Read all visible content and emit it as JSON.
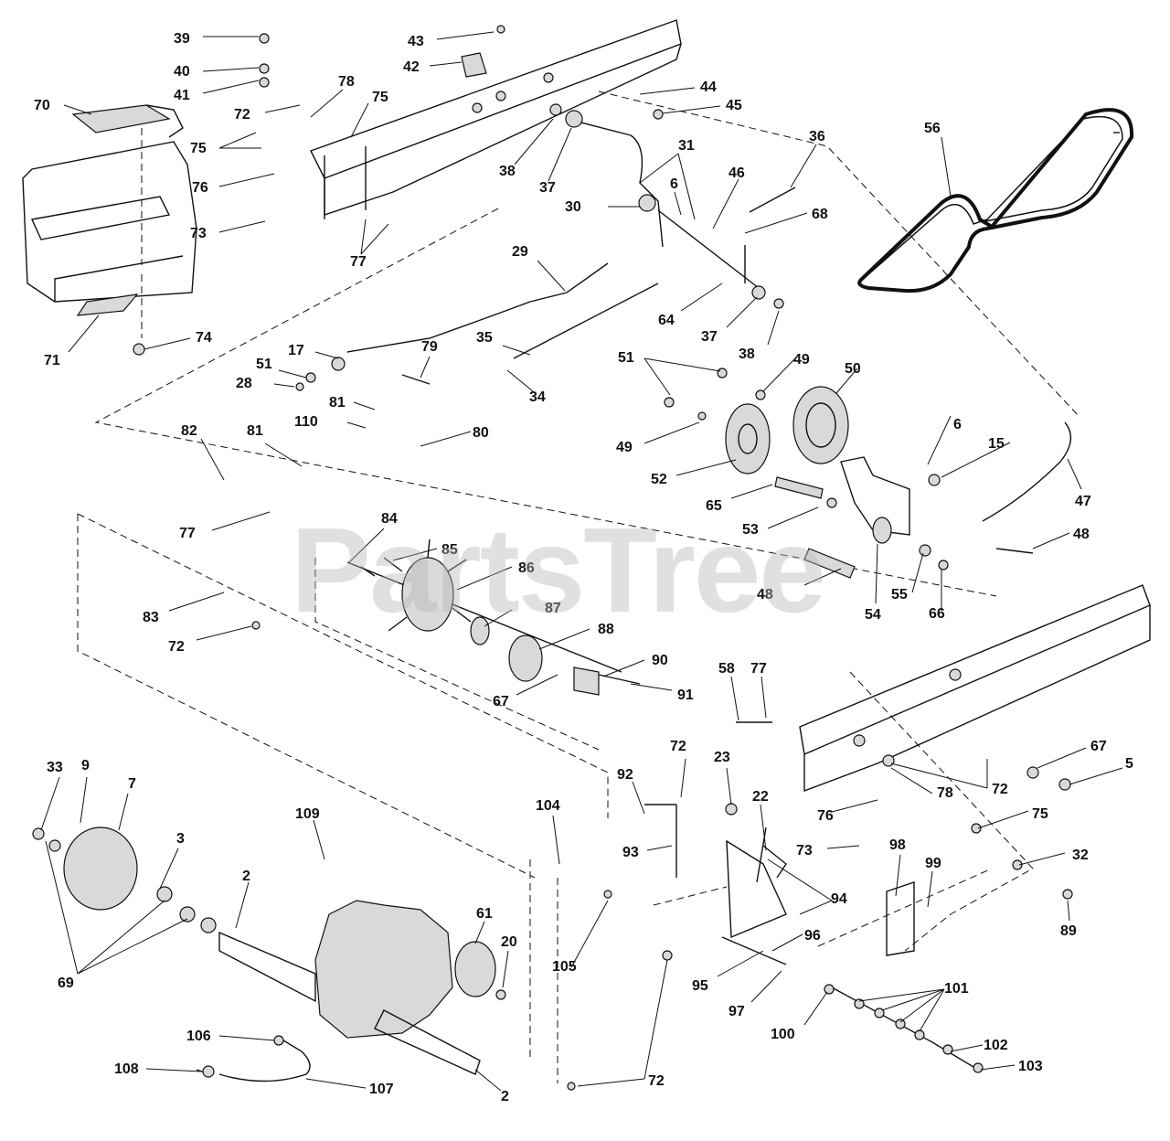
{
  "watermark": "PartsTree",
  "callouts": [
    {
      "id": "c39",
      "label": "39"
    },
    {
      "id": "c40",
      "label": "40"
    },
    {
      "id": "c41",
      "label": "41"
    },
    {
      "id": "c43",
      "label": "43"
    },
    {
      "id": "c42",
      "label": "42"
    },
    {
      "id": "c70",
      "label": "70"
    },
    {
      "id": "c78a",
      "label": "78"
    },
    {
      "id": "c72a",
      "label": "72"
    },
    {
      "id": "c75a",
      "label": "75"
    },
    {
      "id": "c75b",
      "label": "75"
    },
    {
      "id": "c76a",
      "label": "76"
    },
    {
      "id": "c73a",
      "label": "73"
    },
    {
      "id": "c77a",
      "label": "77"
    },
    {
      "id": "c44",
      "label": "44"
    },
    {
      "id": "c45",
      "label": "45"
    },
    {
      "id": "c38a",
      "label": "38"
    },
    {
      "id": "c37a",
      "label": "37"
    },
    {
      "id": "c31",
      "label": "31"
    },
    {
      "id": "c6a",
      "label": "6"
    },
    {
      "id": "c30",
      "label": "30"
    },
    {
      "id": "c46",
      "label": "46"
    },
    {
      "id": "c36",
      "label": "36"
    },
    {
      "id": "c68",
      "label": "68"
    },
    {
      "id": "c56",
      "label": "56"
    },
    {
      "id": "c29",
      "label": "29"
    },
    {
      "id": "c64",
      "label": "64"
    },
    {
      "id": "c37b",
      "label": "37"
    },
    {
      "id": "c38b",
      "label": "38"
    },
    {
      "id": "c71",
      "label": "71"
    },
    {
      "id": "c74",
      "label": "74"
    },
    {
      "id": "c17",
      "label": "17"
    },
    {
      "id": "c51a",
      "label": "51"
    },
    {
      "id": "c28",
      "label": "28"
    },
    {
      "id": "c79",
      "label": "79"
    },
    {
      "id": "c35",
      "label": "35"
    },
    {
      "id": "c34",
      "label": "34"
    },
    {
      "id": "c51b",
      "label": "51"
    },
    {
      "id": "c49a",
      "label": "49"
    },
    {
      "id": "c50",
      "label": "50"
    },
    {
      "id": "c49b",
      "label": "49"
    },
    {
      "id": "c81a",
      "label": "81"
    },
    {
      "id": "c110",
      "label": "110"
    },
    {
      "id": "c80",
      "label": "80"
    },
    {
      "id": "c82",
      "label": "82"
    },
    {
      "id": "c81b",
      "label": "81"
    },
    {
      "id": "c6b",
      "label": "6"
    },
    {
      "id": "c15",
      "label": "15"
    },
    {
      "id": "c52",
      "label": "52"
    },
    {
      "id": "c47",
      "label": "47"
    },
    {
      "id": "c77b",
      "label": "77"
    },
    {
      "id": "c65",
      "label": "65"
    },
    {
      "id": "c84",
      "label": "84"
    },
    {
      "id": "c53",
      "label": "53"
    },
    {
      "id": "c48a",
      "label": "48"
    },
    {
      "id": "c85",
      "label": "85"
    },
    {
      "id": "c86",
      "label": "86"
    },
    {
      "id": "c48b",
      "label": "48"
    },
    {
      "id": "c55",
      "label": "55"
    },
    {
      "id": "c66",
      "label": "66"
    },
    {
      "id": "c54",
      "label": "54"
    },
    {
      "id": "c83",
      "label": "83"
    },
    {
      "id": "c87",
      "label": "87"
    },
    {
      "id": "c88",
      "label": "88"
    },
    {
      "id": "c72b",
      "label": "72"
    },
    {
      "id": "c90",
      "label": "90"
    },
    {
      "id": "c67a",
      "label": "67"
    },
    {
      "id": "c91",
      "label": "91"
    },
    {
      "id": "c58",
      "label": "58"
    },
    {
      "id": "c77c",
      "label": "77"
    },
    {
      "id": "c67b",
      "label": "67"
    },
    {
      "id": "c5",
      "label": "5"
    },
    {
      "id": "c33",
      "label": "33"
    },
    {
      "id": "c9",
      "label": "9"
    },
    {
      "id": "c7",
      "label": "7"
    },
    {
      "id": "c72c",
      "label": "72"
    },
    {
      "id": "c92",
      "label": "92"
    },
    {
      "id": "c23",
      "label": "23"
    },
    {
      "id": "c78b",
      "label": "78"
    },
    {
      "id": "c72d",
      "label": "72"
    },
    {
      "id": "c104",
      "label": "104"
    },
    {
      "id": "c22",
      "label": "22"
    },
    {
      "id": "c76b",
      "label": "76"
    },
    {
      "id": "c75c",
      "label": "75"
    },
    {
      "id": "c109",
      "label": "109"
    },
    {
      "id": "c93",
      "label": "93"
    },
    {
      "id": "c73b",
      "label": "73"
    },
    {
      "id": "c32",
      "label": "32"
    },
    {
      "id": "c3",
      "label": "3"
    },
    {
      "id": "c98",
      "label": "98"
    },
    {
      "id": "c99",
      "label": "99"
    },
    {
      "id": "c94",
      "label": "94"
    },
    {
      "id": "c2a",
      "label": "2"
    },
    {
      "id": "c61",
      "label": "61"
    },
    {
      "id": "c89",
      "label": "89"
    },
    {
      "id": "c96",
      "label": "96"
    },
    {
      "id": "c20",
      "label": "20"
    },
    {
      "id": "c105",
      "label": "105"
    },
    {
      "id": "c69",
      "label": "69"
    },
    {
      "id": "c95",
      "label": "95"
    },
    {
      "id": "c101",
      "label": "101"
    },
    {
      "id": "c97",
      "label": "97"
    },
    {
      "id": "c100",
      "label": "100"
    },
    {
      "id": "c106",
      "label": "106"
    },
    {
      "id": "c102",
      "label": "102"
    },
    {
      "id": "c108",
      "label": "108"
    },
    {
      "id": "c107",
      "label": "107"
    },
    {
      "id": "c2b",
      "label": "2"
    },
    {
      "id": "c72e",
      "label": "72"
    },
    {
      "id": "c103",
      "label": "103"
    }
  ]
}
